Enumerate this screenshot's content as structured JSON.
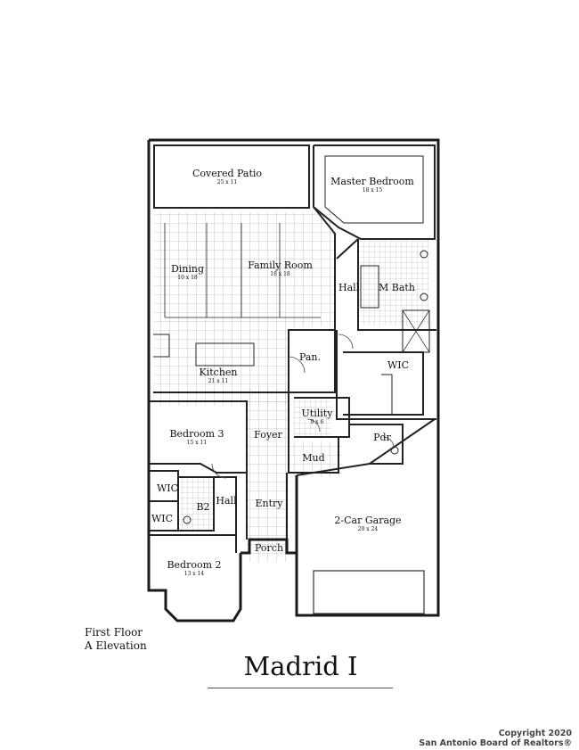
{
  "plan": {
    "title": "Madrid I",
    "floor": "First Floor",
    "elevation": "A Elevation",
    "copyright_line1": "Copyright 2020",
    "copyright_line2": "San Antonio Board of Realtors®"
  },
  "rooms": {
    "covered_patio": {
      "name": "Covered Patio",
      "dim": "25 x 11"
    },
    "master_bedroom": {
      "name": "Master Bedroom",
      "dim": "18 x 15"
    },
    "dining": {
      "name": "Dining",
      "dim": "10 x 18"
    },
    "family_room": {
      "name": "Family Room",
      "dim": "18 x 18"
    },
    "hall_master": {
      "name": "Hall"
    },
    "m_bath": {
      "name": "M Bath"
    },
    "kitchen": {
      "name": "Kitchen",
      "dim": "21 x 11"
    },
    "pantry": {
      "name": "Pan."
    },
    "wic_master": {
      "name": "WIC"
    },
    "utility": {
      "name": "Utility",
      "dim": "9 x 6"
    },
    "powder": {
      "name": "Pdr"
    },
    "bedroom3": {
      "name": "Bedroom 3",
      "dim": "15 x 11"
    },
    "foyer": {
      "name": "Foyer"
    },
    "mud": {
      "name": "Mud"
    },
    "wic_bed3": {
      "name": "WIC"
    },
    "bath2": {
      "name": "B2"
    },
    "hall_bed": {
      "name": "Hall"
    },
    "entry": {
      "name": "Entry"
    },
    "garage": {
      "name": "2-Car Garage",
      "dim": "20 x 24"
    },
    "wic_bed2": {
      "name": "WIC"
    },
    "porch": {
      "name": "Porch"
    },
    "bedroom2": {
      "name": "Bedroom 2",
      "dim": "13 x 14"
    }
  }
}
